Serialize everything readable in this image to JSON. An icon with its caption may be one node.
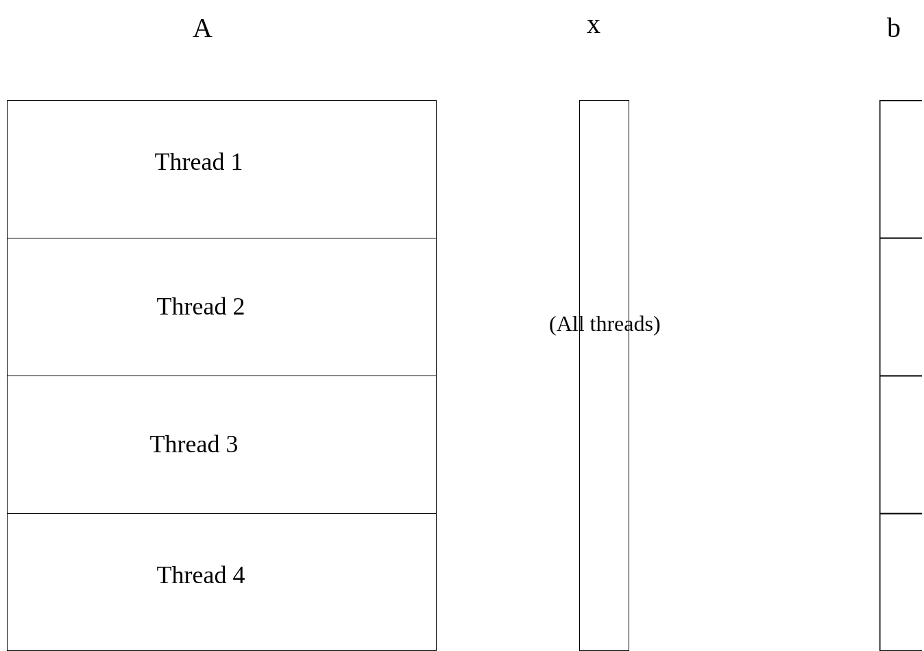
{
  "diagram": {
    "nodes": [
      {
        "text": [
          "A"
        ]
      },
      {
        "text": [
          "Thread 1"
        ],
        "in": 0
      },
      {
        "text": [
          "Thread 2"
        ],
        "in": 0
      },
      {
        "text": [
          "Thread 3"
        ],
        "in": 0
      },
      {
        "text": [
          "Thread 4"
        ],
        "in": 0
      },
      {
        "text": [
          "x",
          "(All threads)"
        ]
      },
      {
        "text": [
          "b"
        ]
      },
      {
        "text": [],
        "shape": "box",
        "in": 6
      },
      {
        "text": [],
        "shape": "box",
        "in": 6
      },
      {
        "text": [],
        "shape": "box",
        "in": 6
      },
      {
        "text": [],
        "shape": "box",
        "in": 6
      }
    ]
  }
}
